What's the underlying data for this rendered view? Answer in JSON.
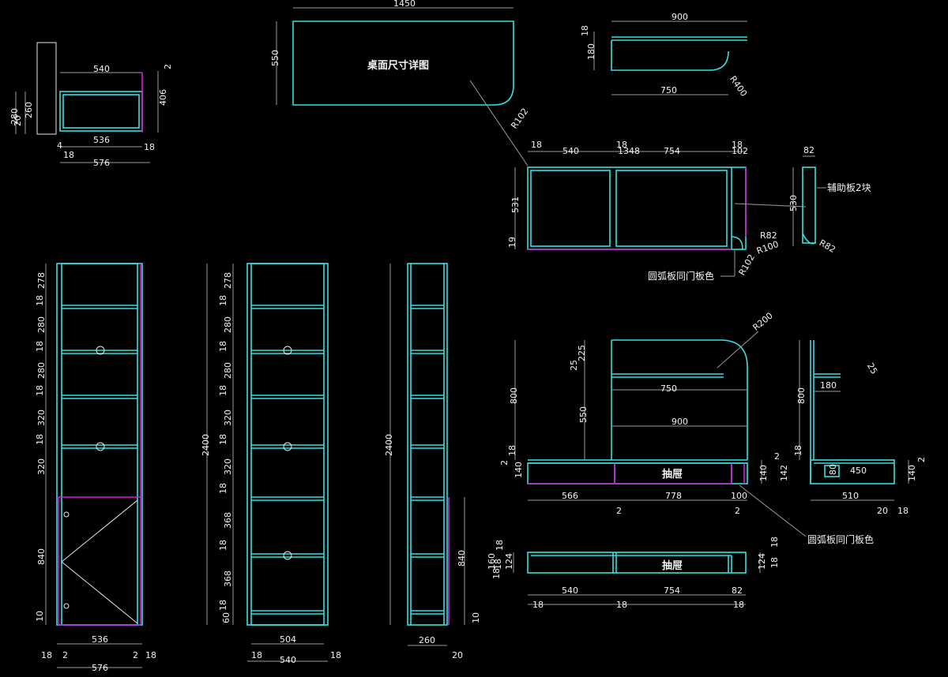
{
  "labels": {
    "desk_title": "桌面尺寸详图",
    "aux_panel": "辅助板2块",
    "arc_note_1": "圆弧板同门板色",
    "arc_note_2": "圆弧板同门板色",
    "drawer_1": "抽屉",
    "drawer_2": "抽屉"
  },
  "dims": {
    "d1450": "1450",
    "d550a": "550",
    "r102a": "R102",
    "d900a": "900",
    "d18a": "18",
    "d180a": "180",
    "d750a": "750",
    "r400a": "R400",
    "d540a": "540",
    "d2a": "2",
    "d280a": "280",
    "d20a": "20",
    "d260a": "260",
    "d406": "406",
    "d536a": "536",
    "d18b": "18",
    "d4": "4",
    "d18c": "18",
    "d576a": "576",
    "t18a": "18",
    "t540": "540",
    "t18b": "18",
    "t1348": "1348",
    "t754": "754",
    "t18c": "18",
    "t102": "102",
    "t82": "82",
    "t531": "531",
    "t19": "19",
    "t530": "530",
    "r82a": "R82",
    "r100a": "R100",
    "r102b": "R102",
    "r82b": "R82",
    "c1_278": "278",
    "c1_18a": "18",
    "c1_280a": "280",
    "c1_18b": "18",
    "c1_280b": "280",
    "c1_18c": "18",
    "c1_320a": "320",
    "c1_18d": "18",
    "c1_320b": "320",
    "c1_840": "840",
    "c1_10": "10",
    "c1_536": "536",
    "c1_18l": "18",
    "c1_2l": "2",
    "c1_2r": "2",
    "c1_18r": "18",
    "c1_576": "576",
    "c2_2400": "2400",
    "c2_278": "278",
    "c2_18a": "18",
    "c2_280a": "280",
    "c2_18b": "18",
    "c2_280b": "280",
    "c2_18c": "18",
    "c2_320a": "320",
    "c2_18d": "18",
    "c2_320b": "320",
    "c2_18e": "18",
    "c2_368a": "368",
    "c2_18f": "18",
    "c2_368b": "368",
    "c2_18g": "18",
    "c2_60": "60",
    "c2_504": "504",
    "c2_18l": "18",
    "c2_540": "540",
    "c2_18r": "18",
    "c3_2400": "2400",
    "c3_840": "840",
    "c3_10": "10",
    "c3_260": "260",
    "c3_20": "20",
    "f_225": "225",
    "f_25": "25",
    "f_800": "800",
    "f_550": "550",
    "f_18": "18",
    "f_2": "2",
    "f_140": "140",
    "f_750": "750",
    "f_900": "900",
    "f_r200": "R200",
    "f_566": "566",
    "f_778": "778",
    "f_100": "100",
    "f_2b": "2",
    "f_2c": "2",
    "f_140b": "140",
    "f_2d": "2",
    "f_142": "142",
    "s_25": "25",
    "s_180": "180",
    "s_800": "800",
    "s_18": "18",
    "s_450": "450",
    "s_80": "80",
    "s_510": "510",
    "s_20": "20",
    "s_18b": "18",
    "s_140": "140",
    "s_2": "2",
    "b_160": "160",
    "b_18a": "18",
    "b_18b": "18",
    "b_124": "124",
    "b_18c": "18",
    "b_124r": "124",
    "b_18d": "18",
    "b_18e": "18",
    "b_540": "540",
    "b_754": "754",
    "b_82": "82",
    "b_18l": "18",
    "b_18m": "18",
    "b_18r": "18"
  }
}
